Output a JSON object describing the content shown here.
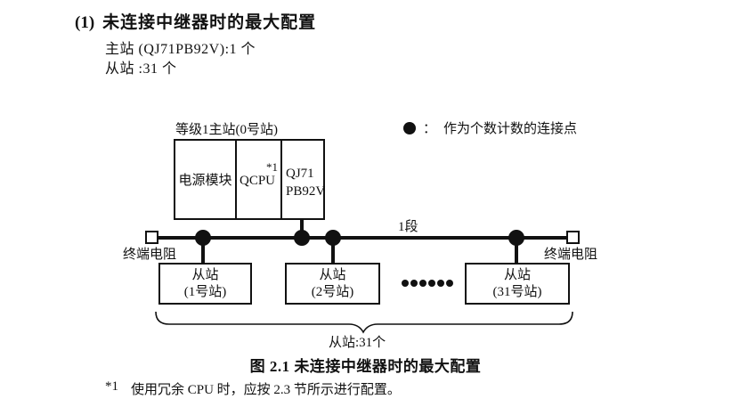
{
  "header": {
    "numbering": "(1)",
    "title": "未连接中继器时的最大配置",
    "line_master": "主站 (QJ71PB92V):1 个",
    "line_slave": "从站 :31 个"
  },
  "diagram": {
    "master": {
      "label": "等级1主站(0号站)",
      "module_power": "电源模块",
      "module_cpu": "QCPU",
      "module_cpu_footnote_ref": "*1",
      "module_network_line1": "QJ71",
      "module_network_line2": "PB92V"
    },
    "legend": {
      "separator": "：",
      "label": "作为个数计数的连接点"
    },
    "bus": {
      "segment_label": "1段",
      "terminator_left_label": "终端电阻",
      "terminator_right_label": "终端电阻"
    },
    "slaves": [
      {
        "line1": "从站",
        "line2": "(1号站)"
      },
      {
        "line1": "从站",
        "line2": "(2号站)"
      },
      {
        "line1": "从站",
        "line2": "(31号站)"
      }
    ],
    "brace_label": "从站:31个"
  },
  "caption": "图 2.1 未连接中继器时的最大配置",
  "footnote": {
    "marker": "*1",
    "text": "使用冗余 CPU 时，应按 2.3 节所示进行配置。"
  },
  "colors": {
    "ink": "#111111",
    "background": "#ffffff"
  }
}
